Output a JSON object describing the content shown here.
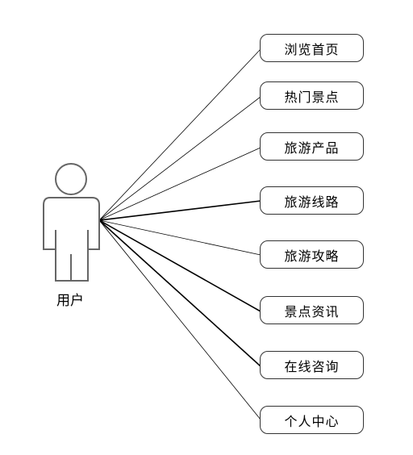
{
  "actor": {
    "name": "用户"
  },
  "use_cases": [
    {
      "label": "浏览首页"
    },
    {
      "label": "热门景点"
    },
    {
      "label": "旅游产品"
    },
    {
      "label": "旅游线路"
    },
    {
      "label": "旅游攻略"
    },
    {
      "label": "景点资讯"
    },
    {
      "label": "在线咨询"
    },
    {
      "label": "个人中心"
    }
  ],
  "colors": {
    "line": "#000000",
    "actor_stroke": "#666666",
    "box_border": "#333333"
  }
}
